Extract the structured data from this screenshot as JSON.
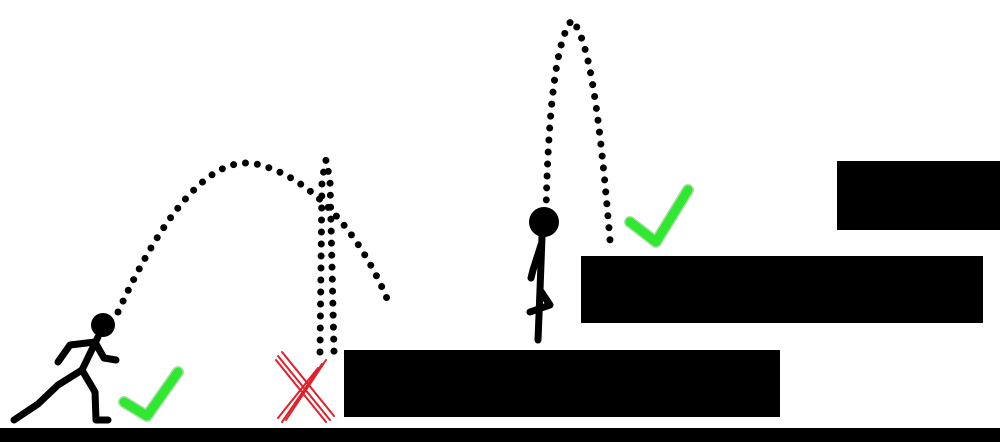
{
  "scene": {
    "background_color": "#ffffff",
    "platform_color": "#000000",
    "success_color": "#2fe82f",
    "fail_color": "#e0202a"
  },
  "markers": [
    {
      "id": "ground-jump",
      "result": "success",
      "icon": "check-icon"
    },
    {
      "id": "wall-jump-attempt",
      "result": "fail",
      "icon": "cross-icon"
    },
    {
      "id": "high-jump",
      "result": "success",
      "icon": "check-icon"
    }
  ],
  "characters": [
    {
      "id": "runner",
      "pose": "running",
      "icon": "stick-figure-icon"
    },
    {
      "id": "jumper",
      "pose": "standing",
      "icon": "stick-figure-icon"
    }
  ],
  "trajectories": [
    {
      "id": "running-jump-arc",
      "type": "parabolic-dotted"
    },
    {
      "id": "blocked-vertical-path",
      "type": "vertical-dotted"
    },
    {
      "id": "high-jump-arc",
      "type": "parabolic-dotted"
    }
  ]
}
